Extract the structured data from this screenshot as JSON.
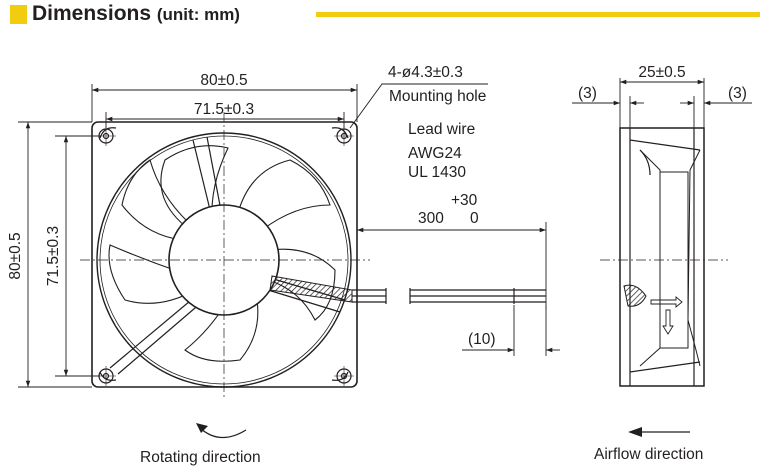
{
  "header": {
    "title": "Dimensions",
    "unit": "(unit: mm)",
    "accent_color": "#f2cc0f"
  },
  "front_view": {
    "outer_width": "80±0.5",
    "hole_pitch_width": "71.5±0.3",
    "outer_height": "80±0.5",
    "hole_pitch_height": "71.5±0.3",
    "mounting_hole_spec": "4-ø4.3±0.3",
    "mounting_hole_label": "Mounting hole",
    "lead_wire_title": "Lead wire",
    "lead_wire_awg": "AWG24",
    "lead_wire_ul": "UL 1430",
    "lead_length": "300",
    "lead_tol_plus": "+30",
    "lead_tol_minus": "0",
    "strip_length": "(10)",
    "rotating_direction": "Rotating direction"
  },
  "side_view": {
    "depth": "25±0.5",
    "flange_left": "(3)",
    "flange_right": "(3)",
    "airflow_direction": "Airflow direction"
  }
}
